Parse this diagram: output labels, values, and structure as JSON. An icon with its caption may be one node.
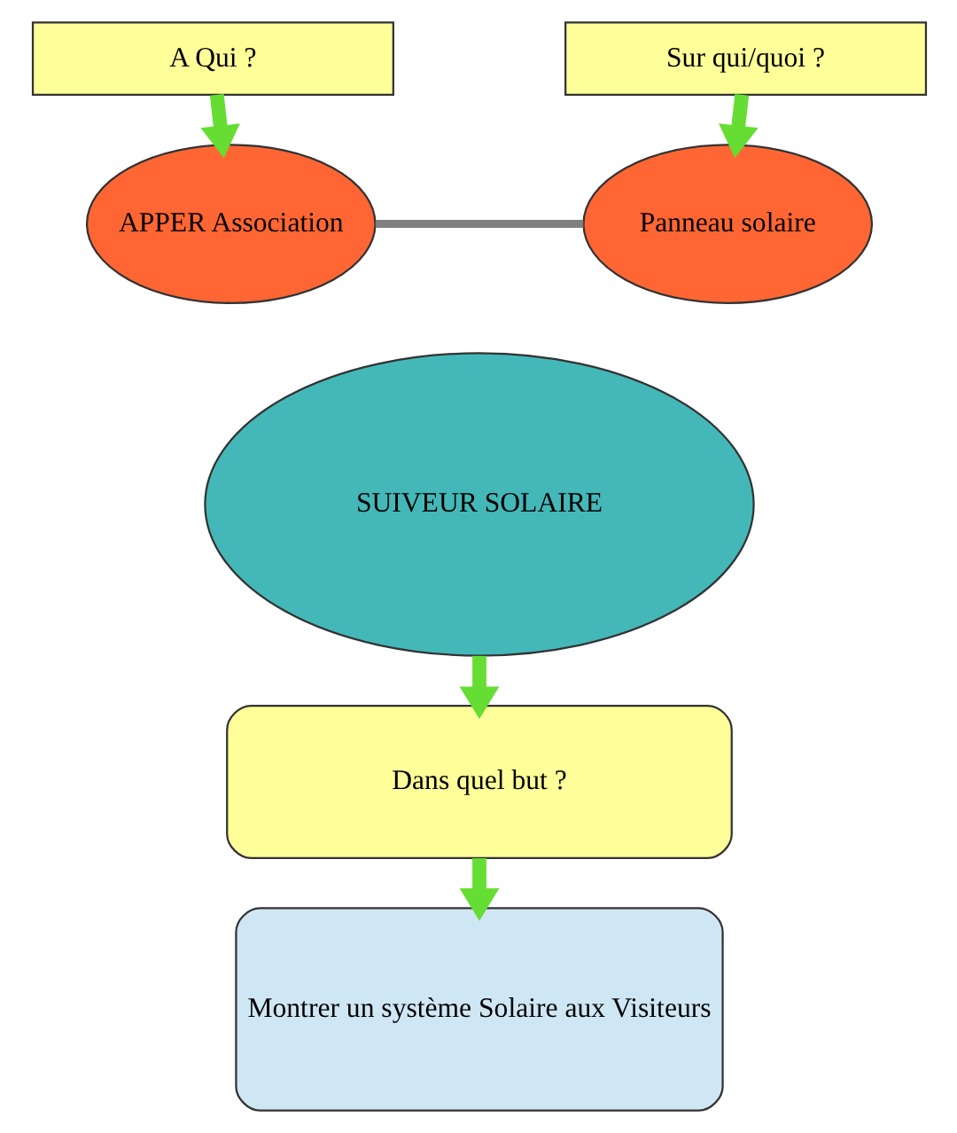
{
  "diagram": {
    "nodes": [
      {
        "text": [
          "A Qui ?"
        ]
      },
      {
        "text": [
          "Sur qui/quoi ?"
        ]
      },
      {
        "text": [
          "APPER Association"
        ]
      },
      {
        "text": [
          "Panneau solaire"
        ]
      },
      {
        "text": [
          "SUIVEUR SOLAIRE"
        ]
      },
      {
        "text": [
          "Dans quel but ?"
        ]
      },
      {
        "text": [
          "Montrer un système Solaire aux Visiteurs"
        ]
      }
    ],
    "edges": [
      {
        "from": 0,
        "to": 2,
        "arrow": "to"
      },
      {
        "from": 1,
        "to": 3,
        "arrow": "to"
      },
      {
        "from": 2,
        "to": 3,
        "arrow": "none",
        "color": "#808080"
      },
      {
        "from": 4,
        "to": 5,
        "arrow": "to"
      },
      {
        "from": 5,
        "to": 6,
        "arrow": "to"
      }
    ]
  }
}
